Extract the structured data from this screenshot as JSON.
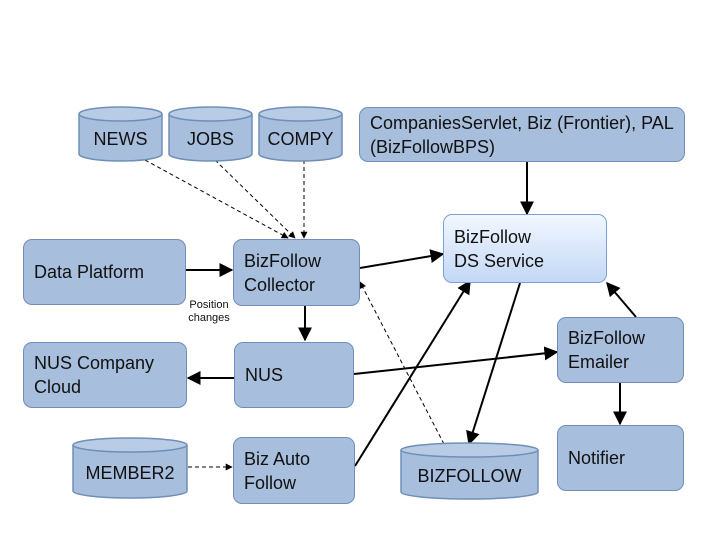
{
  "nodes": {
    "news": "NEWS",
    "jobs": "JOBS",
    "compy": "COMPY",
    "companies_servlet": "CompaniesServlet, Biz (Frontier), PAL\n(BizFollowBPS)",
    "data_platform": "Data Platform",
    "collector": "BizFollow\nCollector",
    "ds_service": "BizFollow\nDS Service",
    "nus_company_cloud": "NUS Company\nCloud",
    "nus": "NUS",
    "emailer": "BizFollow\nEmailer",
    "member2": "MEMBER2",
    "biz_auto_follow": "Biz Auto\nFollow",
    "bizfollow_db": "BIZFOLLOW",
    "notifier": "Notifier"
  },
  "edge_labels": {
    "position_changes": "Position\nchanges"
  },
  "colors": {
    "box_fill": "#a7bedd",
    "box_border": "#6f8fb8",
    "highlight_fill": "#cfe0f8",
    "line": "#000000"
  }
}
